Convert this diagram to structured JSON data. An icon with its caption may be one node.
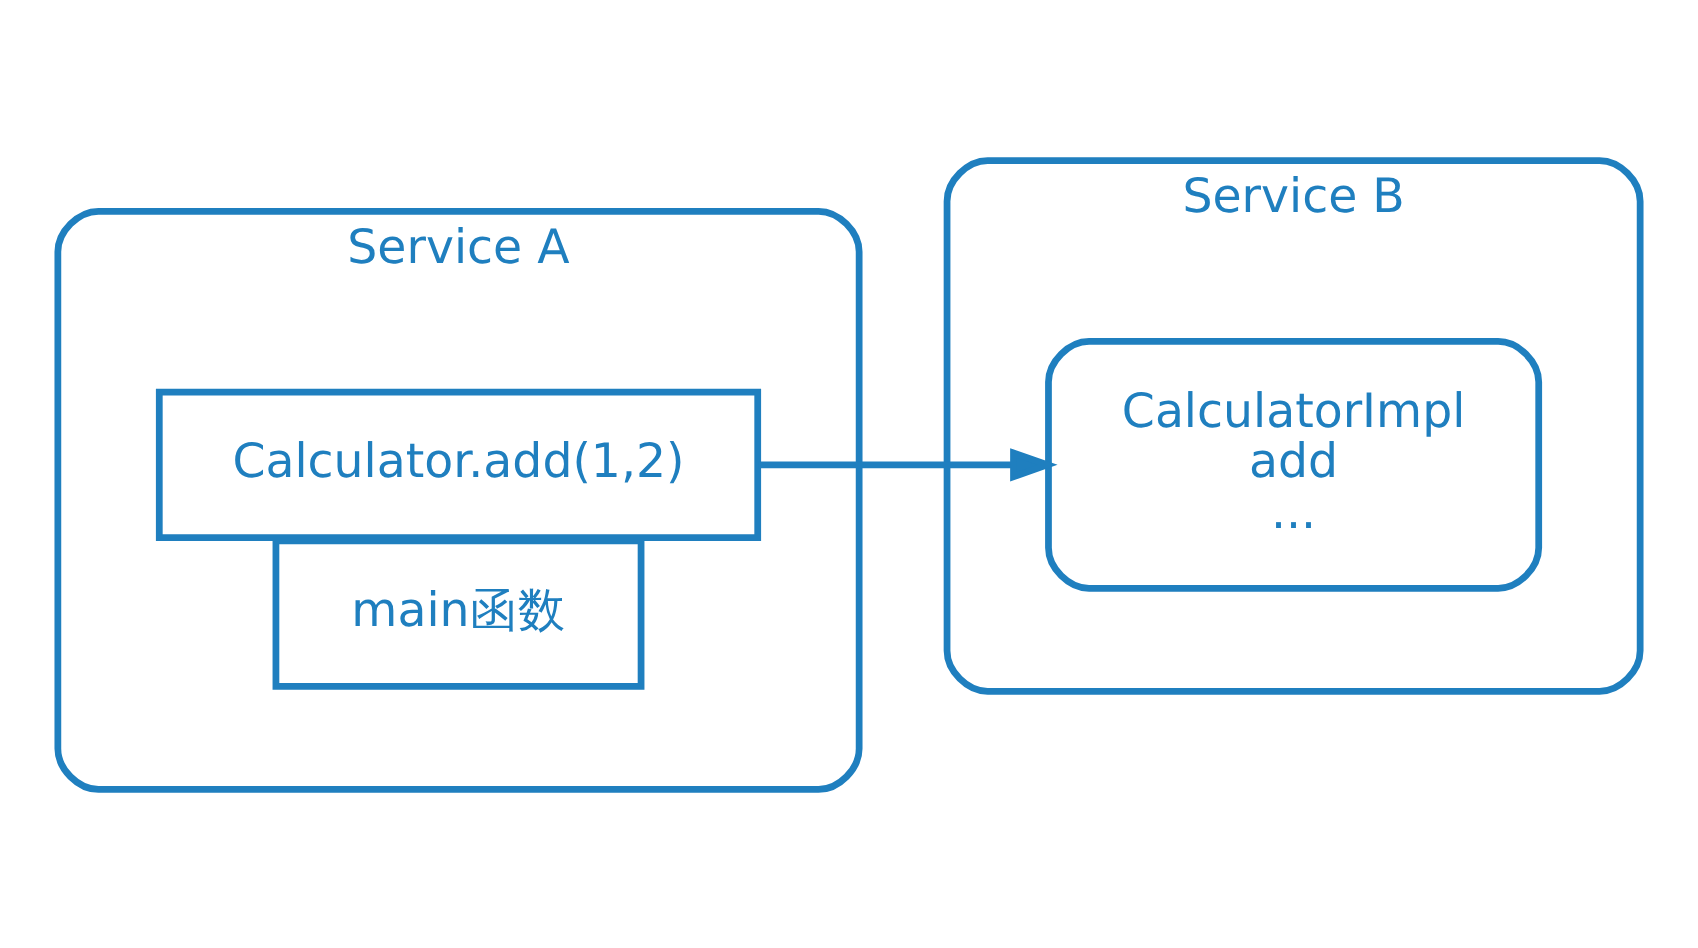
{
  "diagram": {
    "nodes": [
      {
        "text": [
          "Service A"
        ]
      },
      {
        "text": [
          "main函数"
        ],
        "in": 0
      },
      {
        "text": [
          "Calculator.add(1,2)"
        ],
        "in": 0
      },
      {
        "text": [
          "Service B"
        ]
      },
      {
        "text": [
          "CalculatorImpl",
          "add",
          "..."
        ],
        "in": 3
      }
    ],
    "edges": [
      {
        "from": 2,
        "to": 4,
        "arrow": "to"
      }
    ]
  }
}
